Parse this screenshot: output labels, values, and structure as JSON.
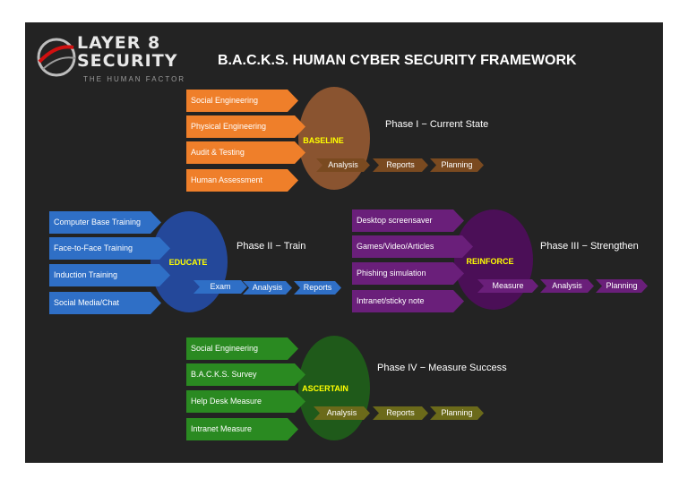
{
  "logo": {
    "line1": "LAYER 8",
    "line2": "SECURITY",
    "tagline": "THE HUMAN FACTOR"
  },
  "title": "B.A.C.K.S. HUMAN CYBER SECURITY FRAMEWORK",
  "colors": {
    "background": "#232323",
    "baseline": "#8a5430",
    "educate": "#24489a",
    "reinforce": "#4b0f57",
    "ascertain": "#1f5a1a",
    "hub_label": "#ffff00"
  },
  "baseline": {
    "hub": "BASELINE",
    "phase": "Phase I − Current State",
    "items": [
      "Social Engineering",
      "Physical Engineering",
      "Audit & Testing",
      "Human Assessment"
    ],
    "steps": [
      "Analysis",
      "Reports",
      "Planning"
    ]
  },
  "educate": {
    "hub": "EDUCATE",
    "phase": "Phase II − Train",
    "items": [
      "Computer Base Training",
      "Face-to-Face Training",
      "Induction Training",
      "Social Media/Chat"
    ],
    "steps": [
      "Exam",
      "Analysis",
      "Reports"
    ]
  },
  "reinforce": {
    "hub": "REINFORCE",
    "phase": "Phase III − Strengthen",
    "items": [
      "Desktop screensaver",
      "Games/Video/Articles",
      "Phishing simulation",
      "Intranet/sticky note"
    ],
    "steps": [
      "Measure",
      "Analysis",
      "Planning"
    ]
  },
  "ascertain": {
    "hub": "ASCERTAIN",
    "phase": "Phase IV − Measure Success",
    "items": [
      "Social Engineering",
      "B.A.C.K.S. Survey",
      "Help Desk Measure",
      "Intranet Measure"
    ],
    "steps": [
      "Analysis",
      "Reports",
      "Planning"
    ]
  }
}
